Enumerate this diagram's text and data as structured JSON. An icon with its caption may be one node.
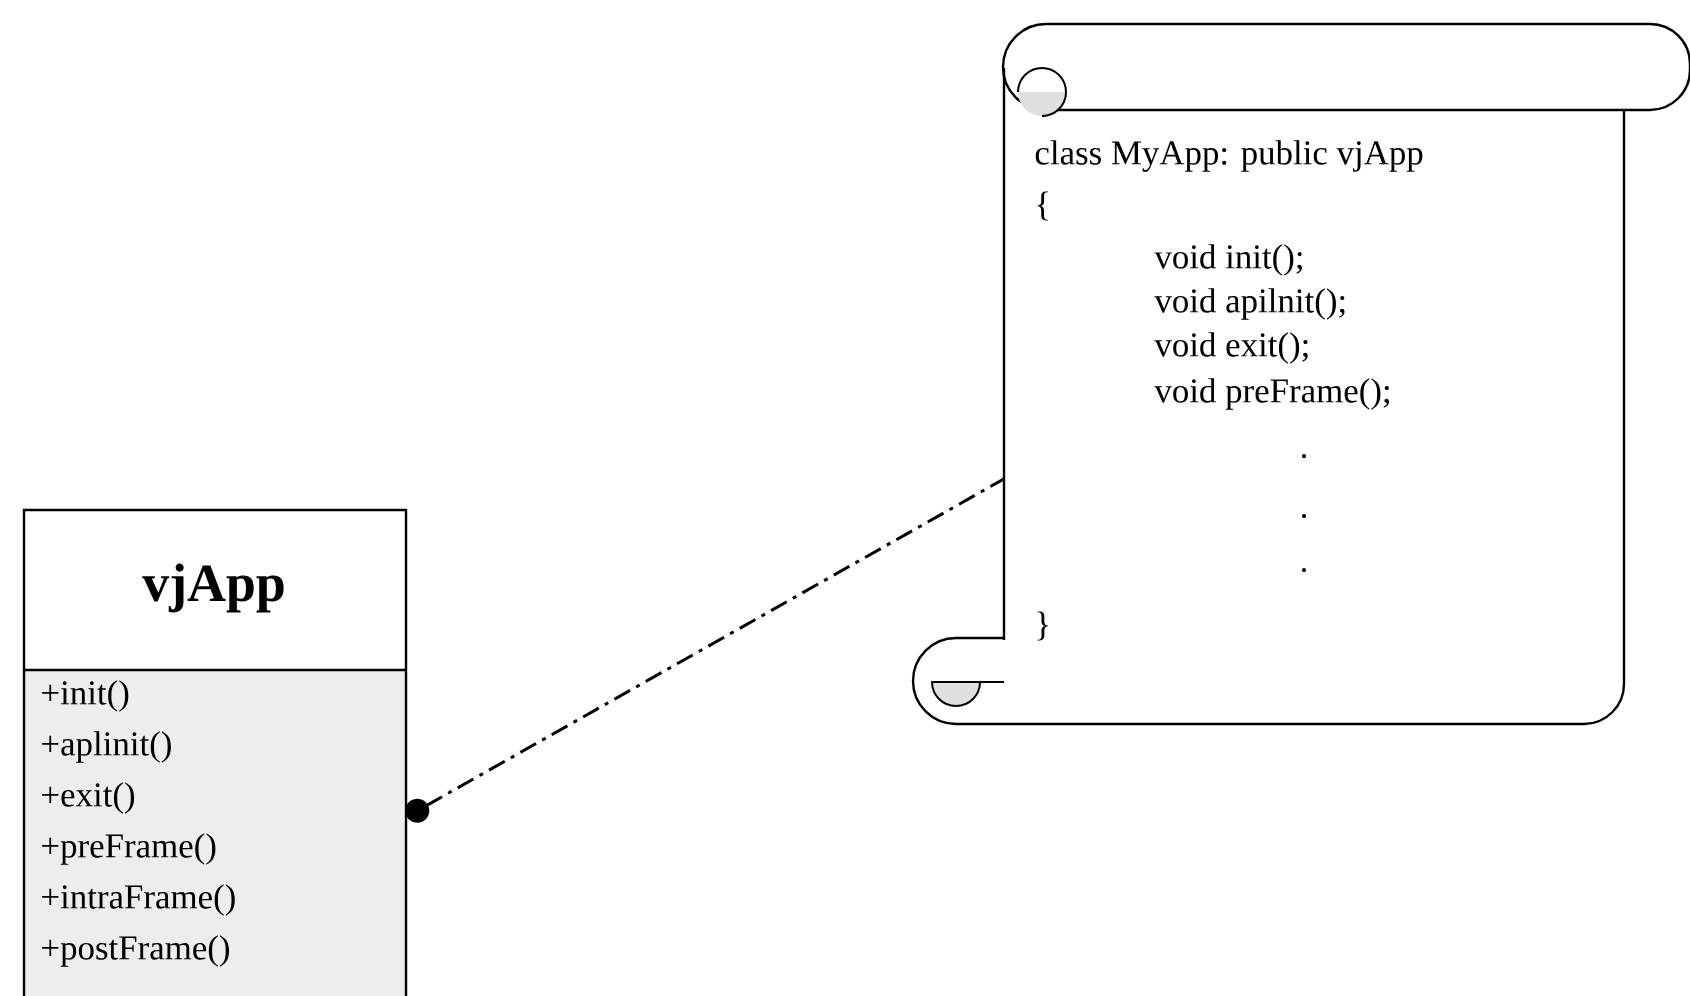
{
  "diagram": {
    "nodes": [
      {
        "text": [
          "vjApp",
          "+init()",
          "+aplinit()",
          "+exit()",
          "+preFrame()",
          "+intraFrame()",
          "+postFrame()"
        ]
      },
      {
        "text": [
          "class MyApp: public vjApp",
          "{",
          "void init();",
          "void apilnit();",
          "void exit();",
          "void preFrame();",
          ".",
          ".",
          ".",
          "}"
        ]
      }
    ],
    "edges": [
      {
        "from": 0,
        "to": 1,
        "arrow": "other",
        "style": "dashed"
      }
    ]
  }
}
